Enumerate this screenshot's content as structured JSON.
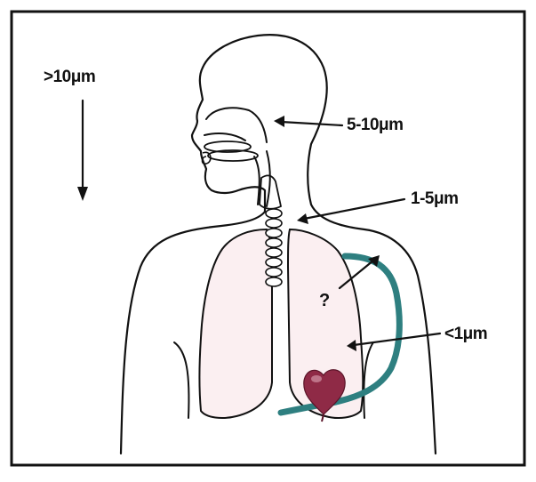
{
  "labels": {
    "large": ">10μm",
    "medium": "5-10μm",
    "small": "1-5μm",
    "unknown": "?",
    "fine": "<1μm"
  },
  "colors": {
    "outline": "#111111",
    "lung_fill": "#fbeff1",
    "vessel": "#2e7f80",
    "heart": "#8f2a46",
    "heart_highlight": "#c9879a",
    "frame": "#111111",
    "background": "#ffffff"
  },
  "icons": [
    "down-arrow-icon",
    "heart-icon"
  ]
}
